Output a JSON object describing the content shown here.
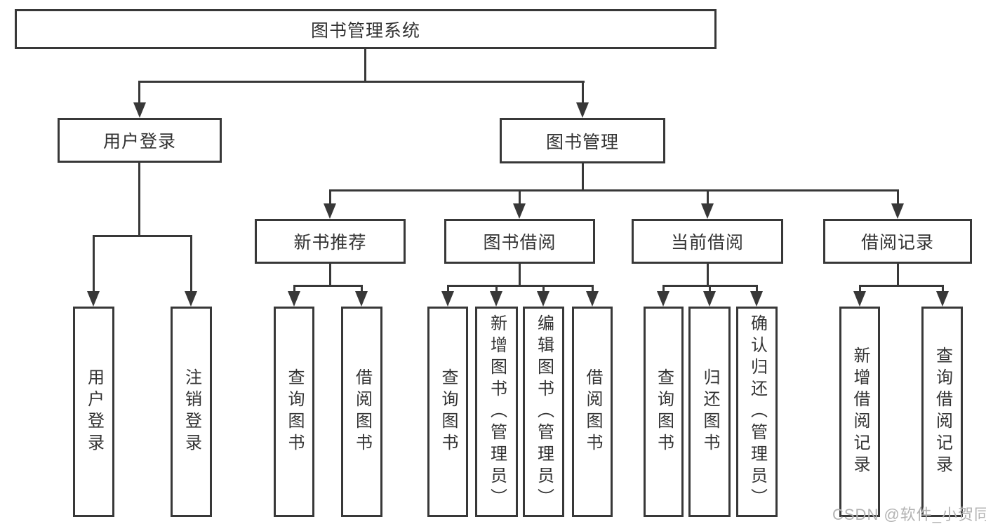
{
  "title": {
    "label": "图书管理系统"
  },
  "tree": {
    "user_login": {
      "label": "用户登录",
      "children": {
        "login": {
          "label": "用户登录"
        },
        "logout": {
          "label": "注销登录"
        }
      }
    },
    "book_mgmt": {
      "label": "图书管理",
      "children": {
        "new_books": {
          "label": "新书推荐",
          "children": {
            "query": {
              "label": "查询图书"
            },
            "borrow": {
              "label": "借阅图书"
            }
          }
        },
        "book_borrow": {
          "label": "图书借阅",
          "children": {
            "query": {
              "label": "查询图书"
            },
            "add": {
              "label": "新增图书（管理员）"
            },
            "edit": {
              "label": "编辑图书（管理员）"
            },
            "borrow": {
              "label": "借阅图书"
            }
          }
        },
        "current_borrow": {
          "label": "当前借阅",
          "children": {
            "query": {
              "label": "查询图书"
            },
            "return_book": {
              "label": "归还图书"
            },
            "confirm_return": {
              "label": "确认归还（管理员）"
            }
          }
        },
        "borrow_records": {
          "label": "借阅记录",
          "children": {
            "add_record": {
              "label": "新增借阅记录"
            },
            "query_record": {
              "label": "查询借阅记录"
            }
          }
        }
      }
    }
  },
  "watermark": {
    "text": "CSDN @软件_小贺同学"
  },
  "colors": {
    "line": "#383838",
    "text": "#333333",
    "watermark": "#b3b3b3",
    "background": "#ffffff"
  }
}
